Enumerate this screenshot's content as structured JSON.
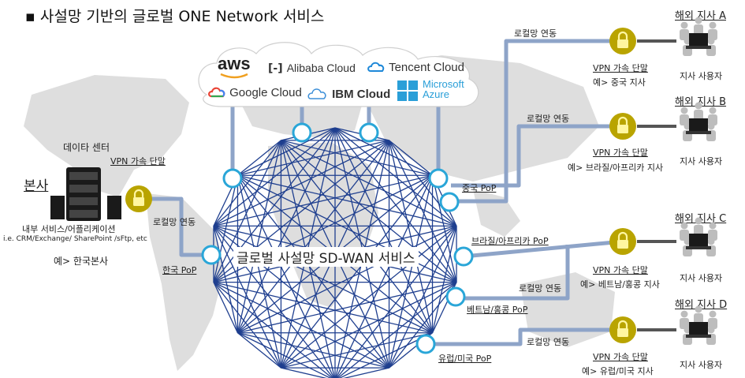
{
  "title": "▪  사설망 기반의 글로벌 ONE Network 서비스",
  "clouds": [
    {
      "name": "aws",
      "icon": "aws-smile-icon"
    },
    {
      "name": "Alibaba Cloud",
      "icon": "alibaba-bracket-icon"
    },
    {
      "name": "Tencent Cloud",
      "icon": "tencent-cloud-icon"
    },
    {
      "name": "Google Cloud",
      "icon": "google-cloud-icon"
    },
    {
      "name": "IBM Cloud",
      "icon": "ibm-cloud-icon"
    },
    {
      "name": "Microsoft Azure",
      "icon": "azure-icon"
    }
  ],
  "mesh_label": "글로벌 사설망 SD-WAN 서비스",
  "hq": {
    "datacenter": "데이타 센터",
    "vpn": "VPN 가속 단말",
    "title": "본사",
    "services": "내부 서비스/어플리케이션",
    "services_eg": "i.e. CRM/Exchange/ SharePoint /sFtp, etc",
    "example": "예> 한국본사",
    "local_line": "로컬망 연동",
    "pop": "한국 PoP"
  },
  "pops": {
    "china": "중국 PoP",
    "brazil": "브라질/아프리카 PoP",
    "vietnam": "베트남/홍콩 PoP",
    "europe": "유럽/미국 PoP"
  },
  "branches": [
    {
      "region": "해외 지사 A",
      "local": "로컬망 연동",
      "vpn": "VPN 가속 단말",
      "example": "예> 중국 지사",
      "user": "지사 사용자"
    },
    {
      "region": "해외 지사 B",
      "local": "로컬망 연동",
      "vpn": "VPN 가속 단말",
      "example": "예> 브라질/아프리카 지사",
      "user": "지사 사용자"
    },
    {
      "region": "해외 지사 C",
      "local": "로컬망 연동",
      "vpn": "VPN 가속 단말",
      "example": "예> 베트남/홍콩 지사",
      "user": "지사 사용자"
    },
    {
      "region": "해외 지사 D",
      "local": "로컬망 연동",
      "vpn": "VPN 가속 단말",
      "example": "예> 유럽/미국 지사",
      "user": "지사 사용자"
    }
  ],
  "colors": {
    "mesh": "#1f3f8f",
    "node": "#2aa6d8",
    "link": "#8ea4c8",
    "lock": "#b9a400",
    "map": "#dcdcdc"
  }
}
